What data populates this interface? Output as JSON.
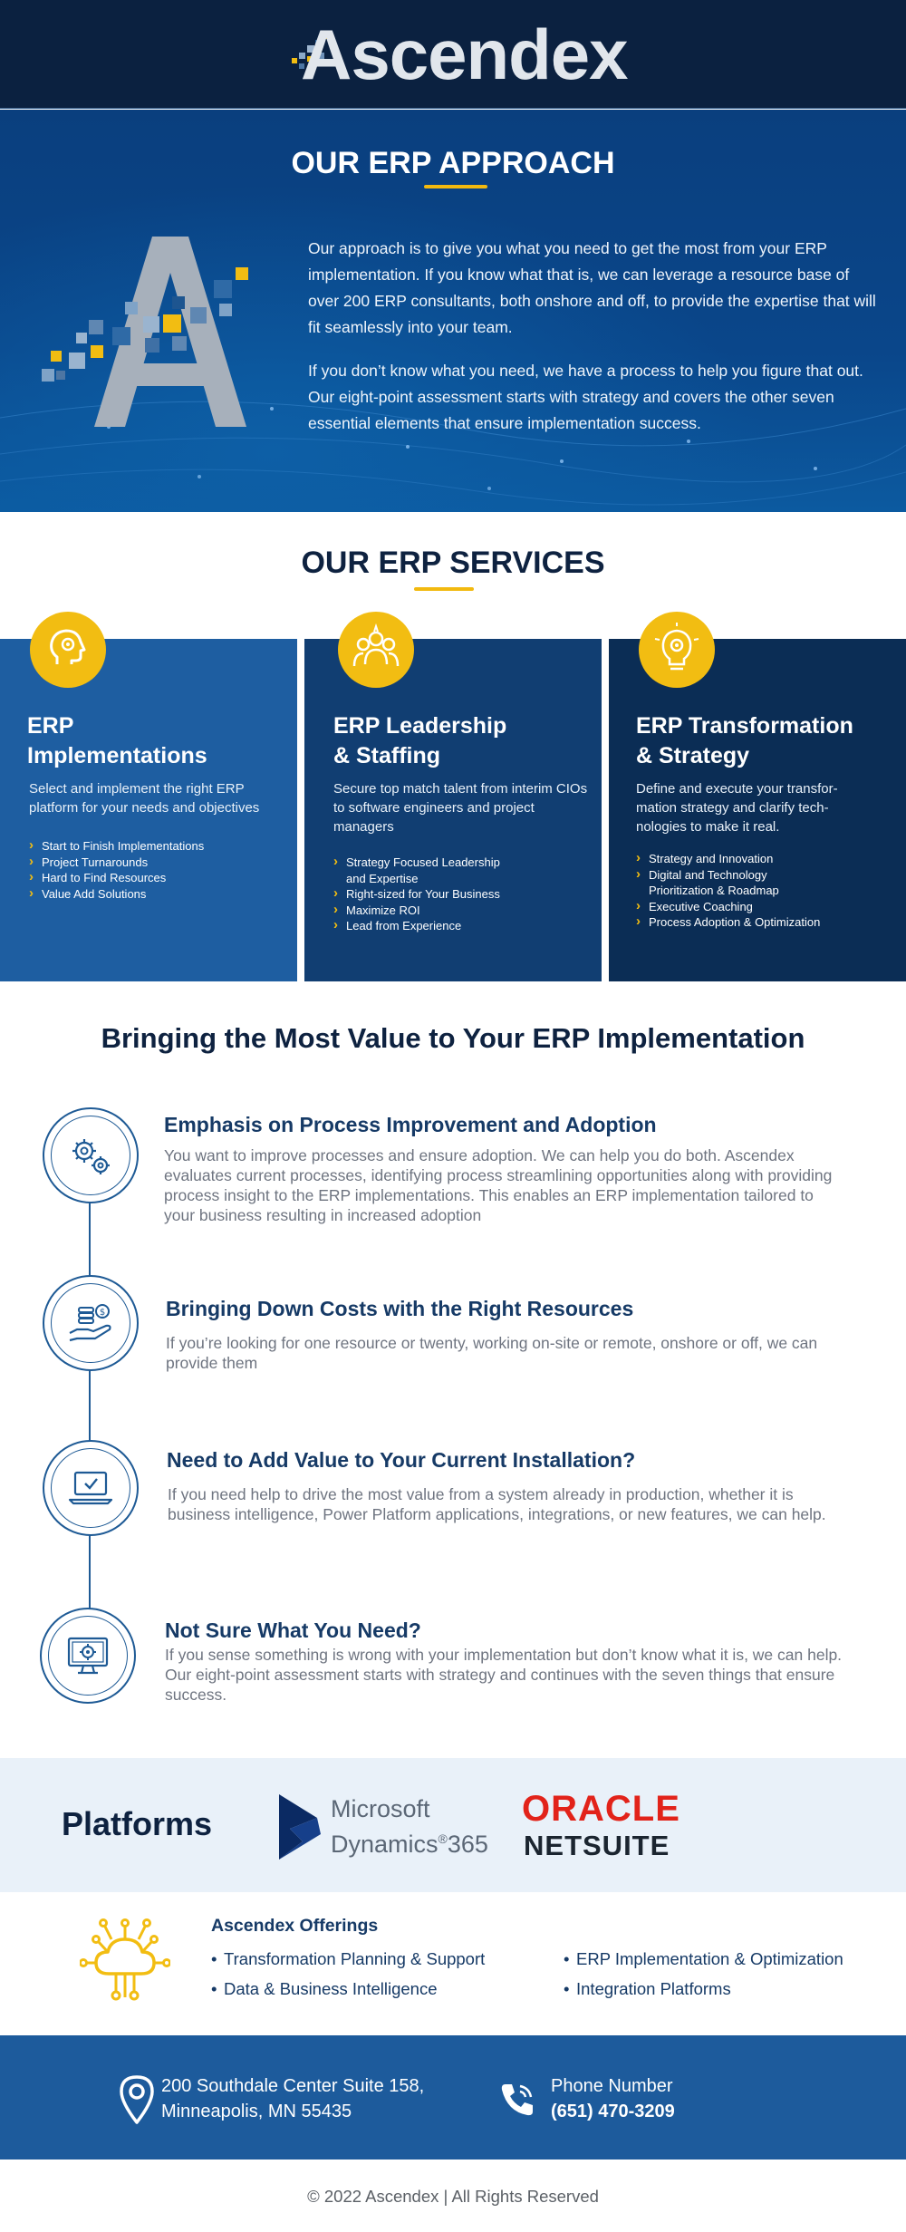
{
  "brand": {
    "logo_text": "Ascendex"
  },
  "approach": {
    "title": "OUR ERP APPROACH",
    "paragraph_1": "Our approach is to give you what you need to get the most from your ERP implementation. If you know what that is, we can leverage a resource base of over 200 ERP consultants, both onshore and off, to provide the expertise that will fit seamlessly into your team.",
    "paragraph_2": "If you don’t know what you need, we have a process to help you figure that out.  Our eight-point assessment starts with strategy and covers the other seven essential elements that ensure implementation success."
  },
  "services": {
    "title": "OUR ERP SERVICES",
    "cards": [
      {
        "title_line_1": "ERP",
        "title_line_2": "Implementations",
        "description": "Select and implement the right ERP platform for your needs and objectives",
        "items": [
          "Start to Finish Implementations",
          "Project Turnarounds",
          "Hard to Find Resources",
          "Value Add Solutions"
        ]
      },
      {
        "title_line_1": "ERP Leadership",
        "title_line_2": "& Staffing",
        "description": "Secure top match talent from interim CIOs to software engineers and project managers",
        "items": [
          "Strategy Focused Leadership and Expertise",
          "Right-sized for Your Business",
          "Maximize ROI",
          "Lead from Experience"
        ]
      },
      {
        "title_line_1": "ERP Transformation",
        "title_line_2": "&  Strategy",
        "description": "Define and execute your transfor­mation strategy and clarify tech­nologies to make it real.",
        "items": [
          "Strategy and Innovation",
          "Digital and Technology Prioritization & Roadmap",
          "Executive Coaching",
          "Process Adoption & Optimization"
        ]
      }
    ]
  },
  "value": {
    "title": "Bringing the Most Value to Your ERP Implementation",
    "items": [
      {
        "icon": "gears-icon",
        "title": "Emphasis on Process Improvement and Adoption",
        "text": "You want to improve processes and ensure adoption.  We can help you do both. Ascen­dex evaluates current processes, identifying process streamlining opportunities along with providing process insight to the ERP implementations. This enables an ERP imple­mentation tailored to your business resulting in increased adoption"
      },
      {
        "icon": "coins-hand-icon",
        "title": "Bringing Down Costs with the Right Resources",
        "text": "If you’re looking for one resource or twenty, working on-site or remote, onshore or off, we can provide them"
      },
      {
        "icon": "laptop-check-icon",
        "title": "Need to Add Value to Your Current Installation?",
        "text": "If you need help to drive the most value from a system already in production, whether it is business intelligence, Power Platform applications, integrations, or new features, we can help."
      },
      {
        "icon": "monitor-gear-icon",
        "title": "Not Sure What You Need?",
        "text": "If you sense something is wrong with your implementation but don’t know what it is, we can help.  Our eight-point assessment starts with strategy and continues with the seven things that ensure success."
      }
    ]
  },
  "platforms": {
    "title": "Platforms",
    "microsoft_line_1": "Microsoft",
    "microsoft_line_2": "Dynamics",
    "microsoft_reg": "®",
    "microsoft_number": "365",
    "oracle": "ORACLE",
    "netsuite": "NETSUITE"
  },
  "offerings": {
    "title": "Ascendex Offerings",
    "items": [
      "Transformation Planning & Support",
      "Data & Business Intelligence",
      "ERP Implementation & Optimization",
      "Integration Platforms"
    ]
  },
  "contact": {
    "address_line_1": "200 Southdale Center Suite 158,",
    "address_line_2": "Minneapolis, MN 55435",
    "phone_label": "Phone Number",
    "phone_number": "(651) 470-3209"
  },
  "footer": {
    "copyright": "© 2022 Ascendex | All Rights Reserved"
  },
  "colors": {
    "navy": "#0b2140",
    "blue": "#1e5ea1",
    "gold": "#f2bd12",
    "oracle_red": "#e2231a"
  }
}
